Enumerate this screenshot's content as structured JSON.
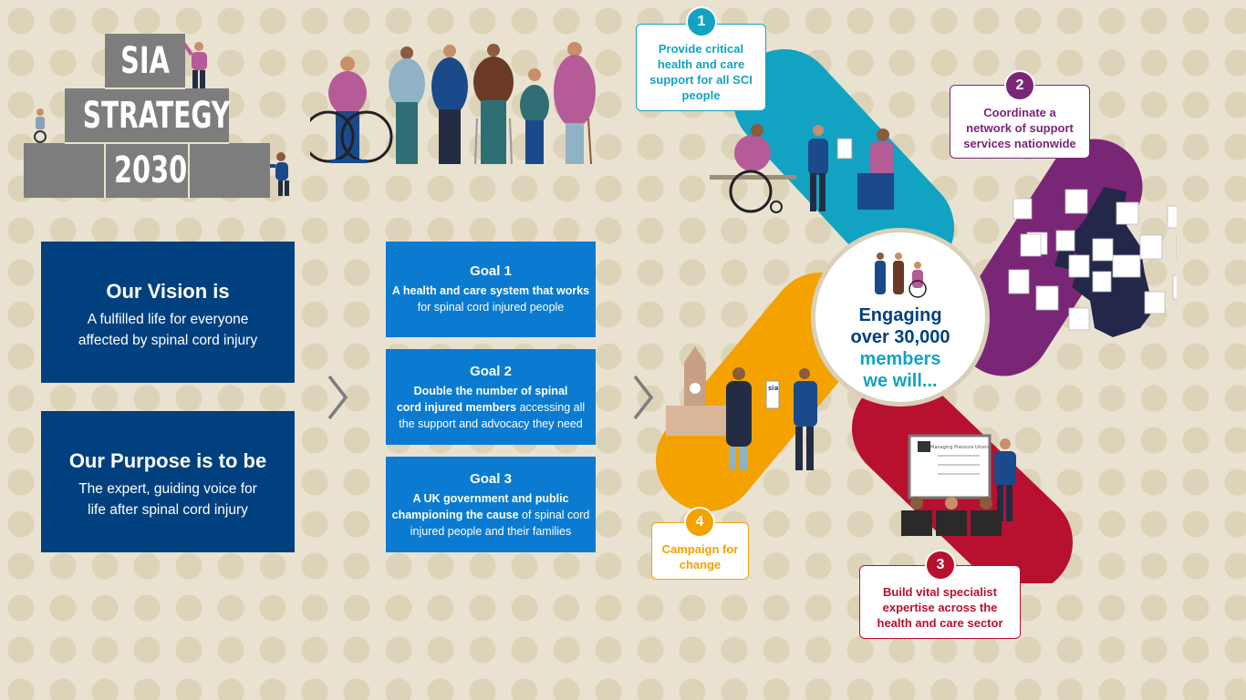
{
  "title_blocks": {
    "line1": "SIA",
    "line2": "STRATEGY",
    "line3": "2030"
  },
  "vision": {
    "heading": "Our Vision is",
    "text_line1": "A fulfilled life for everyone",
    "text_line2": "affected by spinal cord injury"
  },
  "purpose": {
    "heading": "Our Purpose is to be",
    "text_line1": "The expert, guiding voice for",
    "text_line2": "life after spinal cord injury"
  },
  "goals": [
    {
      "heading": "Goal 1",
      "line1": "A health and care system that works",
      "line2": "for spinal cord injured people"
    },
    {
      "heading": "Goal 2",
      "line1": "Double the number of spinal",
      "line2_bold": "cord injured members",
      "line2_rest": " accessing all",
      "line3": "the support and advocacy they need"
    },
    {
      "heading": "Goal 3",
      "line1": "A UK government and public",
      "line2_bold": "championing the cause",
      "line2_rest": " of spinal cord",
      "line3": "injured people and their families"
    }
  ],
  "center": {
    "line1": "Engaging",
    "line2": "over 30,000",
    "line3": "members",
    "line4": "we will..."
  },
  "steps": [
    {
      "number": "1",
      "text": "Provide critical health and care support for all SCI people",
      "color": "#12a3c3"
    },
    {
      "number": "2",
      "text": "Coordinate a network of support services nationwide",
      "color": "#7a2677"
    },
    {
      "number": "3",
      "text": "Build vital specialist expertise across the health and care sector",
      "color": "#b8102f"
    },
    {
      "number": "4",
      "text": "Campaign for change",
      "color": "#f3a200"
    }
  ],
  "presentation_slide": "Managing Pressure Ulcers",
  "sign_text": "sia",
  "colors": {
    "navy": "#00407f",
    "blue": "#0a7bd1",
    "teal": "#12a3c3",
    "purple": "#7a2677",
    "red": "#b8102f",
    "orange": "#f3a200",
    "grey": "#7d7d7d"
  },
  "icons": [
    "chevron-right-icon",
    "wheelchair-icon",
    "uk-map-icon",
    "big-ben-icon"
  ]
}
